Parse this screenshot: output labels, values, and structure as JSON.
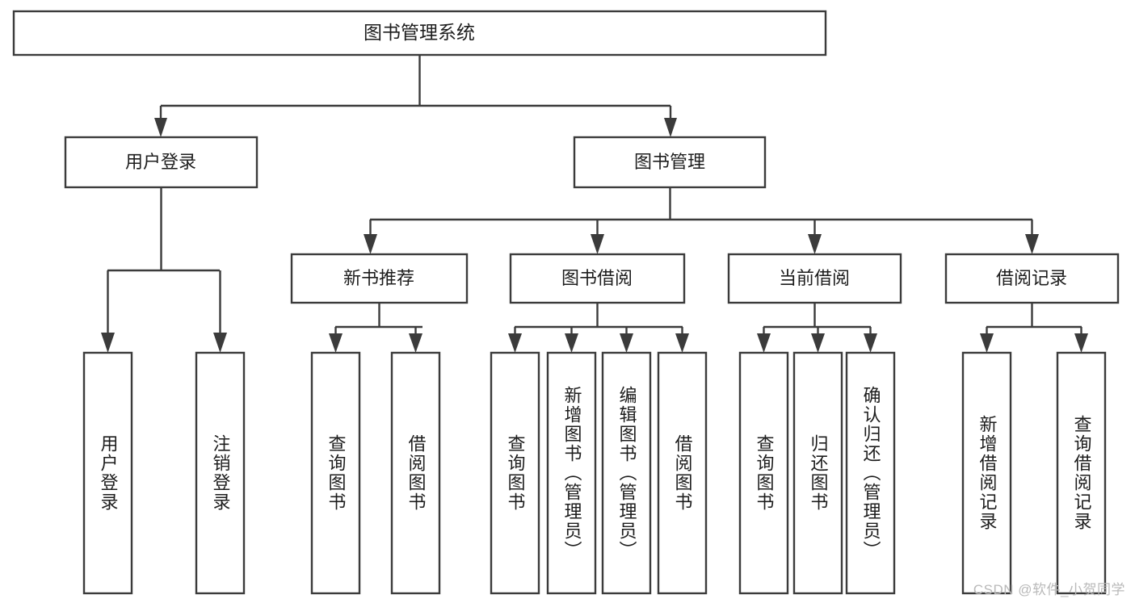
{
  "diagram": {
    "type": "tree",
    "title": "图书管理系统",
    "watermark": "CSDN @软件_小贺同学",
    "colors": {
      "stroke": "#3b3b3b",
      "box_fill": "#ffffff",
      "text": "#1d1d1d",
      "background": "#ffffff",
      "watermark": "#b9b9b9"
    },
    "root": {
      "label": "图书管理系统"
    },
    "level2": [
      {
        "label": "用户登录"
      },
      {
        "label": "图书管理"
      }
    ],
    "level3": [
      {
        "label": "新书推荐"
      },
      {
        "label": "图书借阅"
      },
      {
        "label": "当前借阅"
      },
      {
        "label": "借阅记录"
      }
    ],
    "leaves": {
      "user_login": [
        {
          "label": "用户登录"
        },
        {
          "label": "注销登录"
        }
      ],
      "new_book_recommend": [
        {
          "label": "查询图书"
        },
        {
          "label": "借阅图书"
        }
      ],
      "book_borrow": [
        {
          "label": "查询图书"
        },
        {
          "label": "新增图书（管理员）"
        },
        {
          "label": "编辑图书（管理员）"
        },
        {
          "label": "借阅图书"
        }
      ],
      "current_borrow": [
        {
          "label": "查询图书"
        },
        {
          "label": "归还图书"
        },
        {
          "label": "确认归还（管理员）"
        }
      ],
      "borrow_record": [
        {
          "label": "新增借阅记录"
        },
        {
          "label": "查询借阅记录"
        }
      ]
    }
  }
}
